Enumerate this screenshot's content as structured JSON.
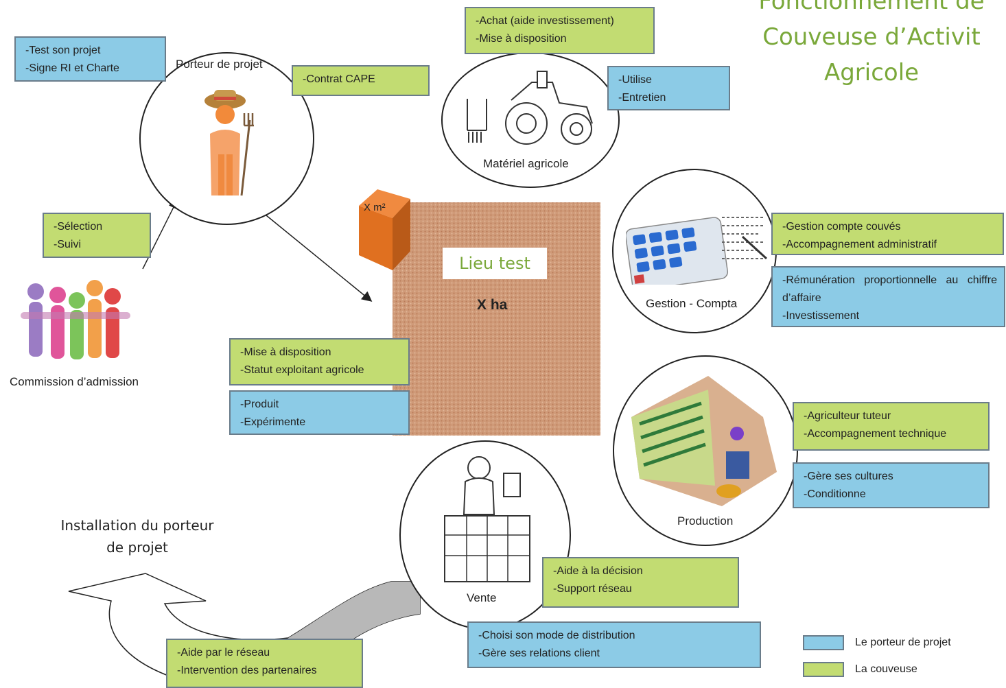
{
  "title": {
    "line1": "Fonctionnement de",
    "line2": "Couveuse d’Activit",
    "line3": "Agricole"
  },
  "center": {
    "area_label": "X m²",
    "place_label": "Lieu test",
    "size_label": "X ha"
  },
  "nodes": {
    "porteur": "Porteur de projet",
    "materiel": "Matériel agricole",
    "gestion": "Gestion - Compta",
    "production": "Production",
    "vente": "Vente",
    "commission": "Commission d’admission",
    "installation_l1": "Installation du porteur",
    "installation_l2": "de projet"
  },
  "boxes": {
    "porteur_blue": [
      "-Test son projet",
      "-Signe RI et Charte"
    ],
    "contrat_green": [
      "-Contrat CAPE"
    ],
    "materiel_green": [
      "-Achat (aide investissement)",
      "-Mise à disposition"
    ],
    "materiel_blue": [
      "-Utilise",
      "-Entretien"
    ],
    "selection_green": [
      "-Sélection",
      "-Suivi"
    ],
    "gestion_green": [
      "-Gestion compte couvés",
      "-Accompagnement administratif"
    ],
    "gestion_blue": [
      "-Rémunération proportionnelle au chiffre d’affaire",
      "-Investissement"
    ],
    "lieu_green": [
      "-Mise à disposition",
      "-Statut exploitant agricole"
    ],
    "lieu_blue": [
      "-Produit",
      "-Expérimente"
    ],
    "production_green": [
      "-Agriculteur tuteur",
      "-Accompagnement technique"
    ],
    "production_blue": [
      "-Gère ses cultures",
      "-Conditionne"
    ],
    "vente_green": [
      "-Aide à la décision",
      "-Support réseau"
    ],
    "vente_blue": [
      "-Choisi son mode de distribution",
      "-Gère ses relations client"
    ],
    "installation_green": [
      "-Aide par le réseau",
      "-Intervention des partenaires"
    ]
  },
  "legend": {
    "blue_label": "Le porteur de projet",
    "green_label": "La couveuse"
  },
  "colors": {
    "green": "#c2dc72",
    "blue": "#8ccbe6",
    "field": "#cf9a78",
    "building": "#e07020",
    "title": "#7aa83a"
  }
}
